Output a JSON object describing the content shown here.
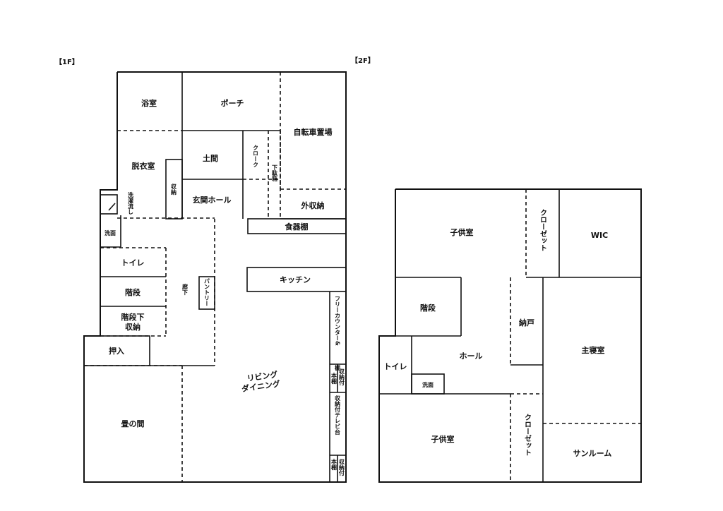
{
  "floors": {
    "f1": "【1F】",
    "f2": "【2F】"
  },
  "rooms_1f": {
    "bath": "浴室",
    "porch": "ポーチ",
    "bike": "自転車置場",
    "dressing": "脱衣室",
    "doma": "土間",
    "cloak": "クローク",
    "shoebox": "下駄箱",
    "storage_small": "収納",
    "laundry_sink": "洗濯流し",
    "entrance_hall": "玄関ホール",
    "outdoor_storage": "外収納",
    "washbasin": "洗面",
    "dish_shelf": "食器棚",
    "toilet": "トイレ",
    "stairs": "階段",
    "under_stairs": "階段下",
    "under_stairs_storage": "収納",
    "corridor": "廊下",
    "pantry": "パントリー",
    "kitchen": "キッチン",
    "free_counter": "フリーカウンター&",
    "shelf_a": "棚",
    "bookshelf_a": "本棚",
    "with_storage_a": "収納付",
    "tv_stand": "収納付テレビ台",
    "bookshelf_b": "本棚",
    "with_storage_b": "収納付",
    "closet_oshiire": "押入",
    "living_1": "リビング",
    "living_2": "ダイニング",
    "tatami": "畳の間"
  },
  "rooms_2f": {
    "kids_room_1": "子供室",
    "closet_1": "クローゼット",
    "wic": "WIC",
    "stairs": "階段",
    "storeroom": "納戸",
    "hall": "ホール",
    "master_bedroom": "主寝室",
    "toilet": "トイレ",
    "washbasin": "洗面",
    "kids_room_2": "子供室",
    "closet_2": "クローゼット",
    "sunroom": "サンルーム"
  }
}
